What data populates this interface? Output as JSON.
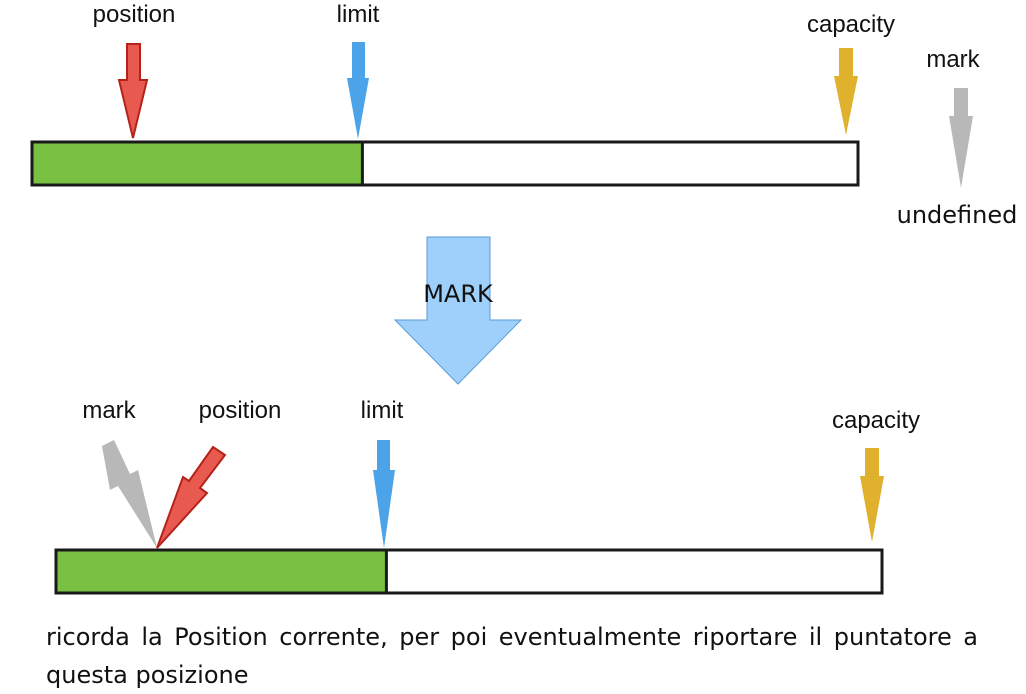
{
  "colors": {
    "filled": "#7ac143",
    "empty": "#ffffff",
    "outline": "#1a1a1a",
    "position_arrow": "#d9342b",
    "limit_arrow": "#4da3e8",
    "capacity_arrow": "#e0b12c",
    "mark_arrow": "#b8b8b8",
    "transition_arrow": "#9fd0fb",
    "transition_outline": "#5a9bd5"
  },
  "before": {
    "labels": {
      "position": "position",
      "limit": "limit",
      "capacity": "capacity",
      "mark": "mark",
      "mark_state": "undefined"
    },
    "filled_fraction": 0.4
  },
  "transition": {
    "label": "MARK"
  },
  "after": {
    "labels": {
      "mark": "mark",
      "position": "position",
      "limit": "limit",
      "capacity": "capacity"
    },
    "filled_fraction": 0.4
  },
  "caption": "ricorda la Position corrente, per poi eventualmente riportare il puntatore a questa posizione"
}
